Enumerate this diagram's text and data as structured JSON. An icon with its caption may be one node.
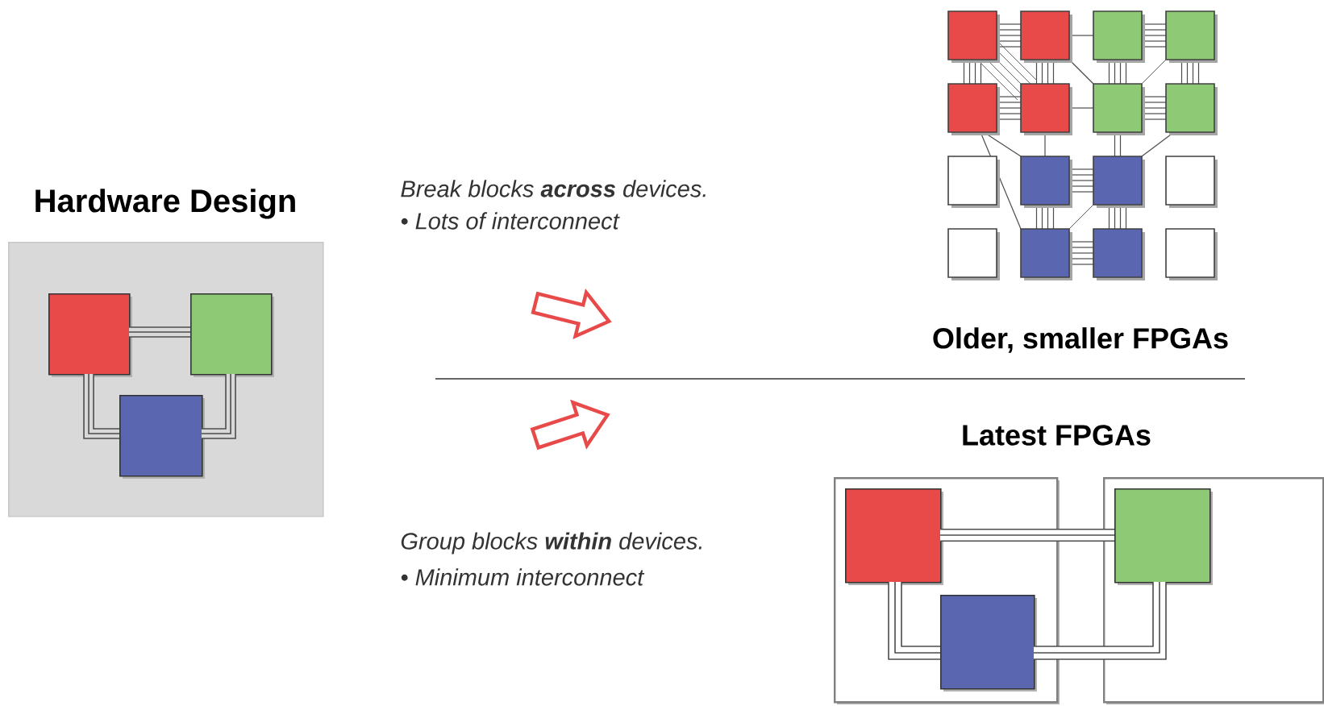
{
  "diagram": {
    "nodes": [
      {
        "text": [
          "Hardware Design"
        ]
      },
      {
        "text": [],
        "shape": "box",
        "in": 0
      },
      {
        "text": [],
        "shape": "box",
        "in": 0
      },
      {
        "text": [],
        "shape": "box",
        "in": 0
      },
      {
        "text": [],
        "shape": "box"
      },
      {
        "text": [],
        "shape": "box"
      },
      {
        "text": [],
        "shape": "box",
        "in": 4
      },
      {
        "text": [],
        "shape": "box",
        "in": 5
      },
      {
        "text": [],
        "shape": "box",
        "in": 4
      }
    ],
    "edges": [
      {
        "from": 1,
        "to": 2,
        "arrow": "none"
      },
      {
        "from": 1,
        "to": 3,
        "arrow": "none"
      },
      {
        "from": 2,
        "to": 3,
        "arrow": "none"
      },
      {
        "from": 6,
        "to": 7,
        "arrow": "none"
      },
      {
        "from": 6,
        "to": 8,
        "arrow": "none"
      },
      {
        "from": 7,
        "to": 8,
        "arrow": "none"
      }
    ],
    "labels": [
      "Break blocks **across** devices.",
      "• Lots of interconnect",
      "Older, smaller FPGAs",
      "Latest FPGAs",
      "Group blocks **within** devices.",
      "• Minimum interconnect"
    ]
  }
}
